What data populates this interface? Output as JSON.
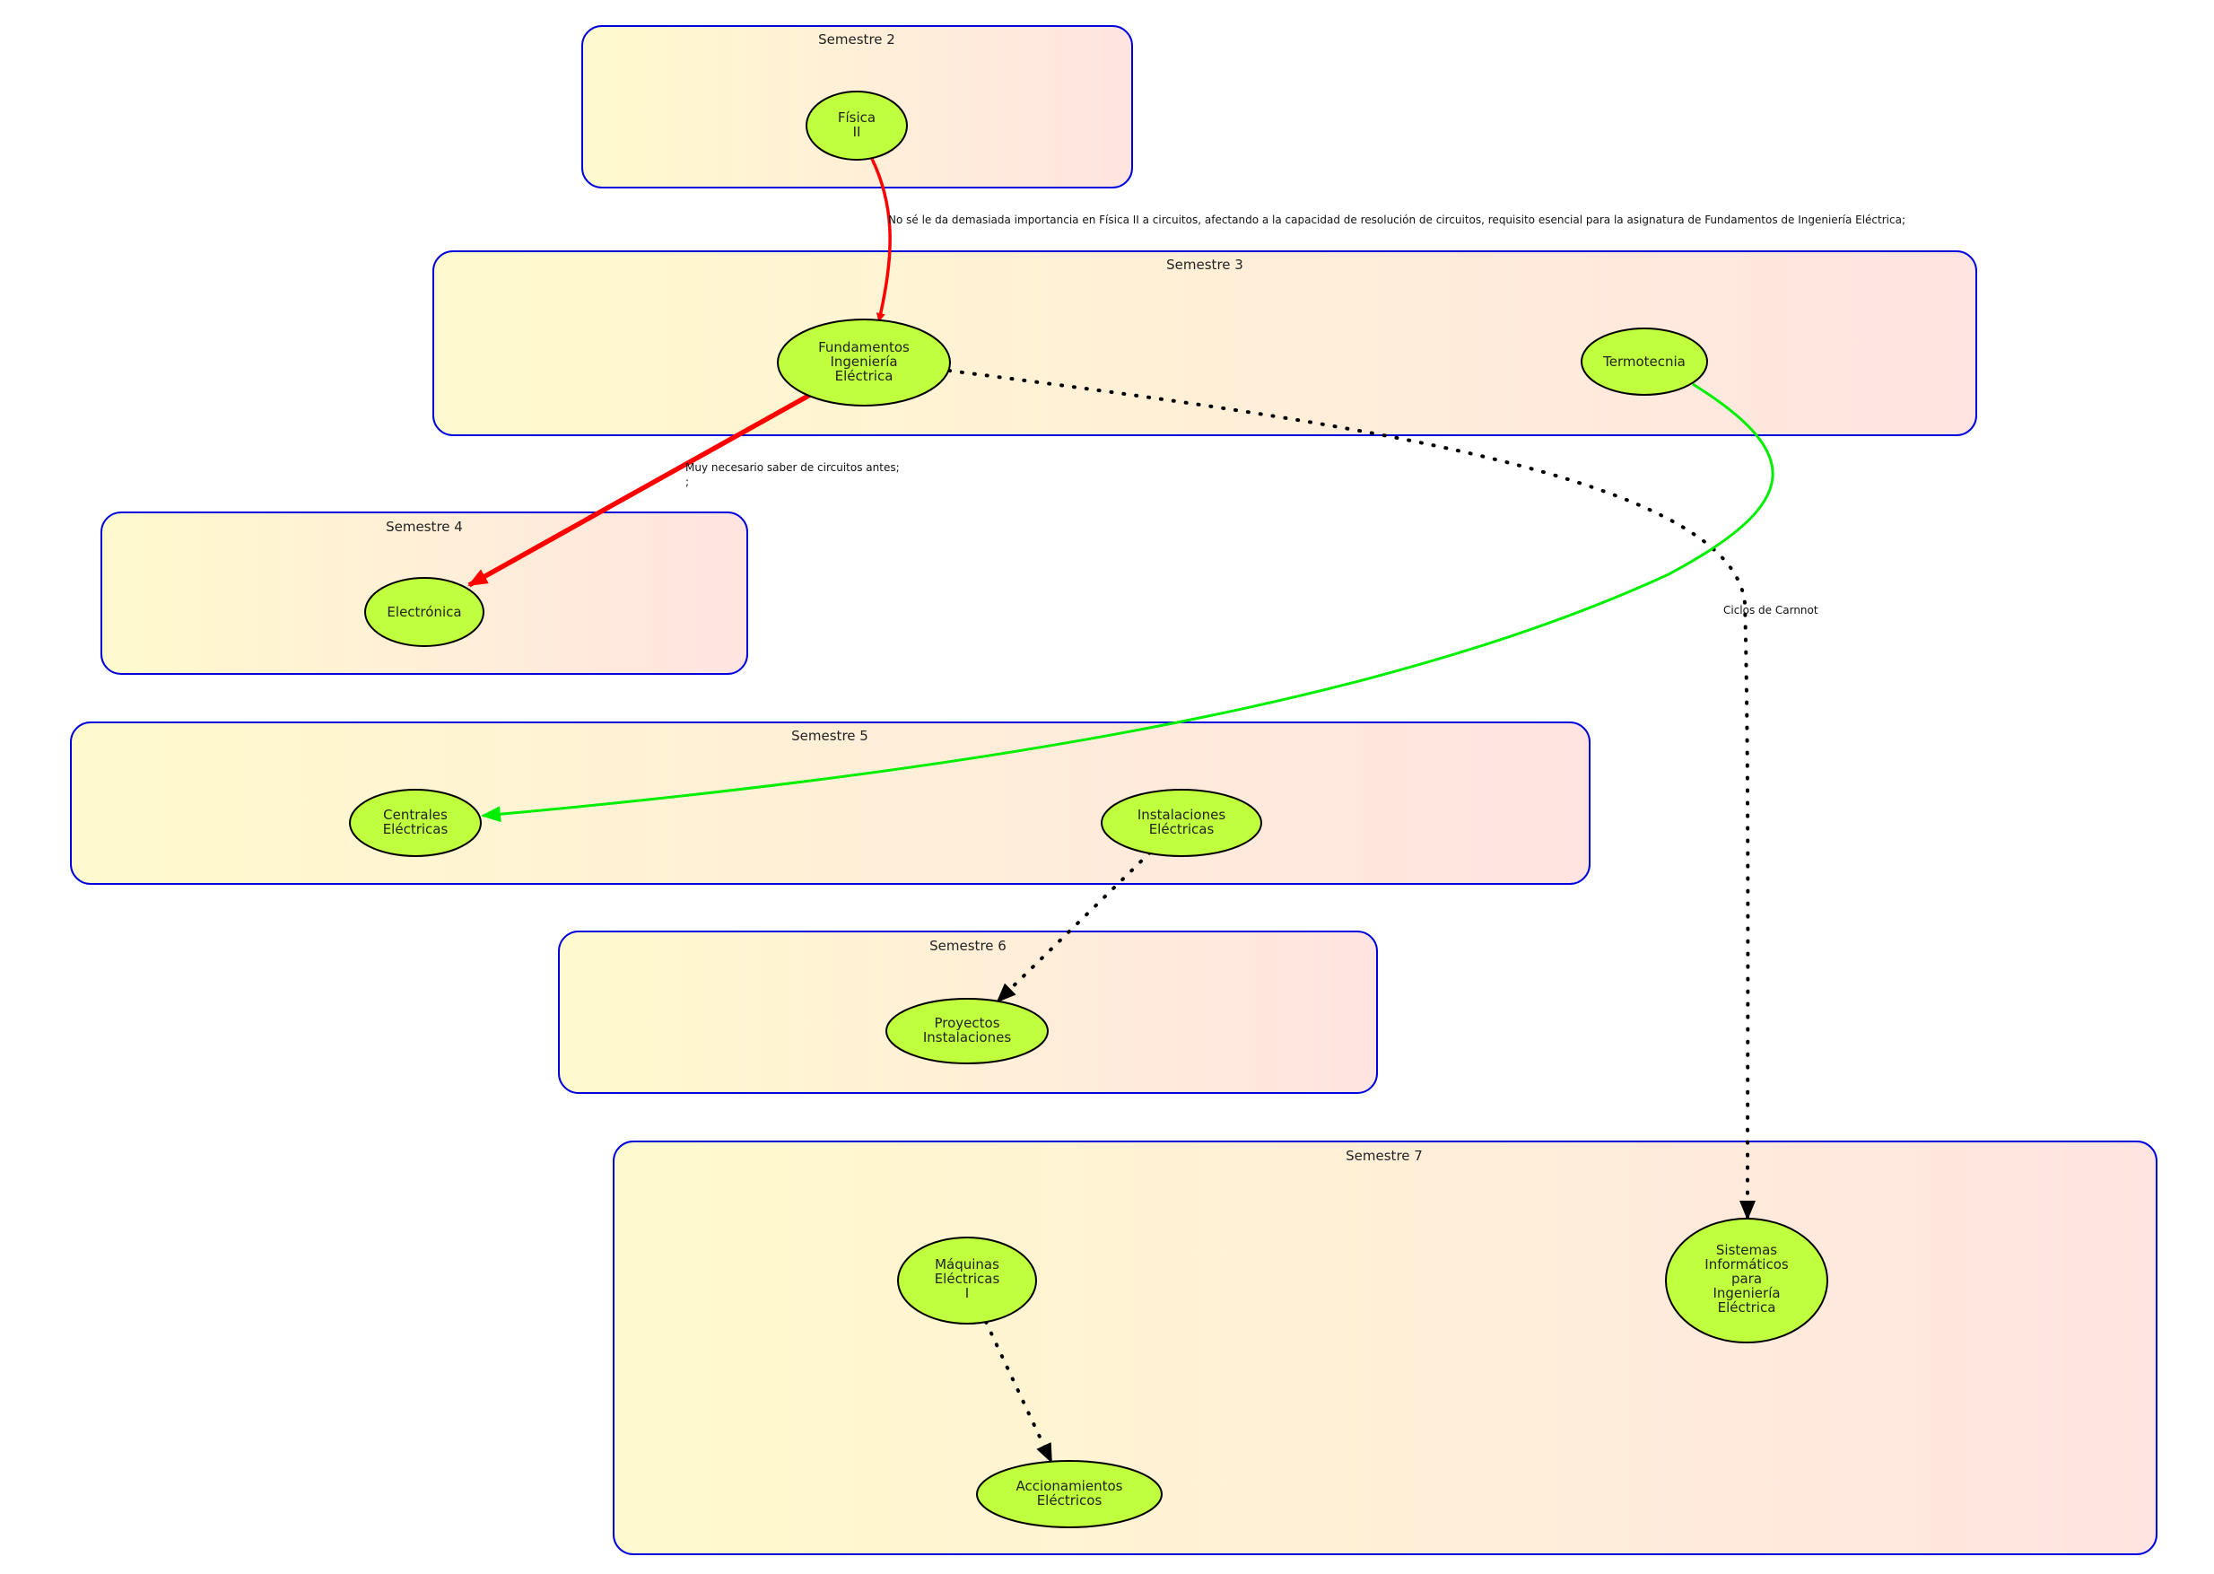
{
  "clusters": [
    {
      "id": "s2",
      "label": "Semestre 2"
    },
    {
      "id": "s3",
      "label": "Semestre 3"
    },
    {
      "id": "s4",
      "label": "Semestre 4"
    },
    {
      "id": "s5",
      "label": "Semestre 5"
    },
    {
      "id": "s6",
      "label": "Semestre 6"
    },
    {
      "id": "s7",
      "label": "Semestre 7"
    }
  ],
  "nodes": [
    {
      "id": "fisica2",
      "lines": [
        "Física",
        "II"
      ]
    },
    {
      "id": "fie",
      "lines": [
        "Fundamentos",
        "Ingeniería",
        "Eléctrica"
      ]
    },
    {
      "id": "termo",
      "lines": [
        "Termotecnia"
      ]
    },
    {
      "id": "electronica",
      "lines": [
        "Electrónica"
      ]
    },
    {
      "id": "centrales",
      "lines": [
        "Centrales",
        "Eléctricas"
      ]
    },
    {
      "id": "instalaciones",
      "lines": [
        "Instalaciones",
        "Eléctricas"
      ]
    },
    {
      "id": "proyectos",
      "lines": [
        "Proyectos",
        "Instalaciones"
      ]
    },
    {
      "id": "maquinas",
      "lines": [
        "Máquinas",
        "Eléctricas",
        "I"
      ]
    },
    {
      "id": "sistemas",
      "lines": [
        "Sistemas",
        "Informáticos",
        "para",
        "Ingeniería",
        "Eléctrica"
      ]
    },
    {
      "id": "accionamientos",
      "lines": [
        "Accionamientos",
        "Eléctricos"
      ]
    }
  ],
  "edges": [
    {
      "id": "e1",
      "from": "fisica2",
      "to": "fie",
      "style": "solid",
      "color": "#ff0000",
      "label_lines": [
        "No sé le da demasiada importancia en Física II a circuitos, afectando a la capacidad de resolución de circuitos, requisito esencial para la asignatura de Fundamentos de Ingeniería Eléctrica;"
      ]
    },
    {
      "id": "e2",
      "from": "fie",
      "to": "electronica",
      "style": "solid-bold",
      "color": "#ff0000",
      "label_lines": [
        "Muy necesario saber de circuitos antes;",
        ";"
      ]
    },
    {
      "id": "e3",
      "from": "fie",
      "to": "sistemas",
      "style": "dotted",
      "color": "#000000",
      "label_lines": [
        "Ciclos de Carnnot"
      ]
    },
    {
      "id": "e4",
      "from": "termo",
      "to": "centrales",
      "style": "solid",
      "color": "#00ee00",
      "label_lines": []
    },
    {
      "id": "e5",
      "from": "instalaciones",
      "to": "proyectos",
      "style": "dotted",
      "color": "#000000",
      "label_lines": []
    },
    {
      "id": "e6",
      "from": "maquinas",
      "to": "accionamientos",
      "style": "dotted",
      "color": "#000000",
      "label_lines": []
    }
  ],
  "colors": {
    "cluster_border": "#0000dd",
    "cluster_fill_start": "#fffacd",
    "cluster_fill_end": "#ffe4e1",
    "node_fill": "#c0ff3e",
    "node_stroke": "#000000"
  }
}
